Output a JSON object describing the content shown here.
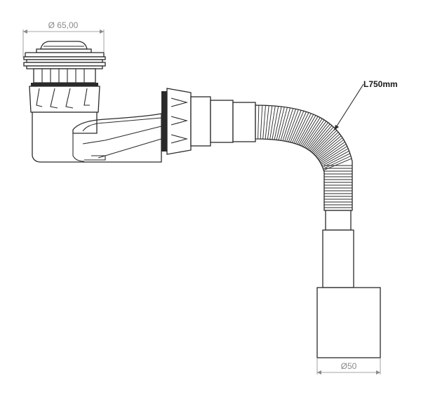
{
  "dimensions": {
    "top_diameter": "Ø 65,00",
    "bottom_diameter": "Ø50"
  },
  "callout": {
    "hose_length": "L750mm"
  },
  "colors": {
    "line": "#2a2a2a",
    "dimension": "#8a8a8a",
    "background": "#ffffff"
  }
}
